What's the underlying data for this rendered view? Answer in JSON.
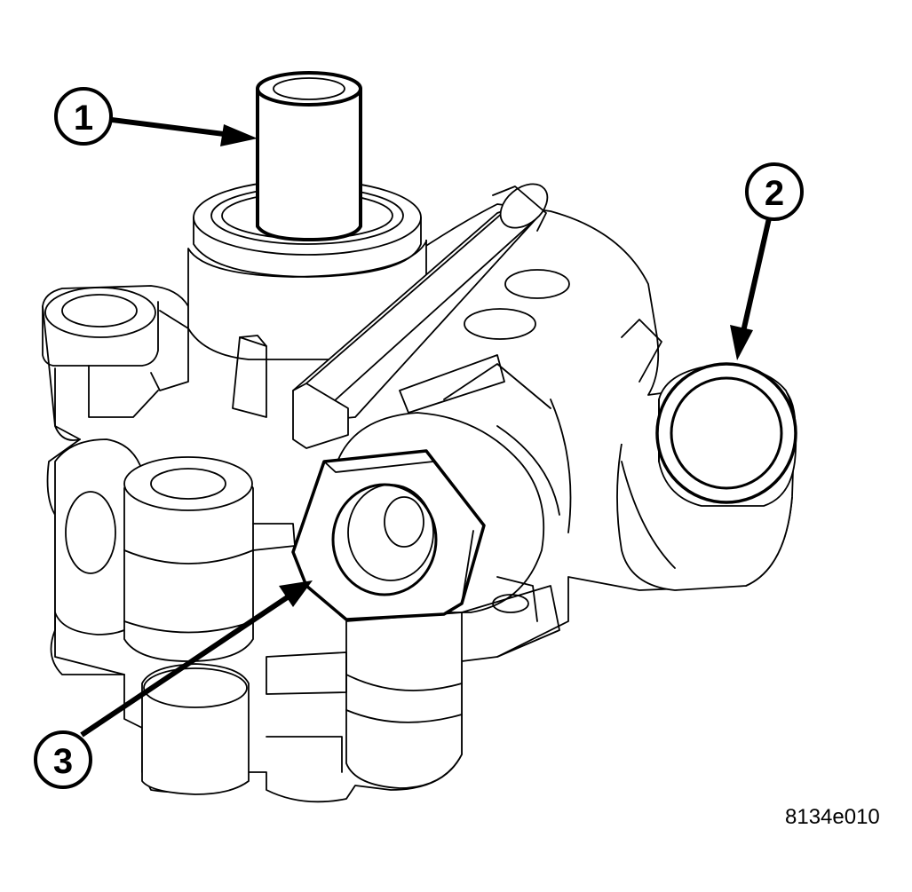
{
  "figure_id": "8134e010",
  "callouts": [
    {
      "number": "1"
    },
    {
      "number": "2"
    },
    {
      "number": "3"
    }
  ],
  "colors": {
    "line": "#000000",
    "background": "#ffffff"
  }
}
